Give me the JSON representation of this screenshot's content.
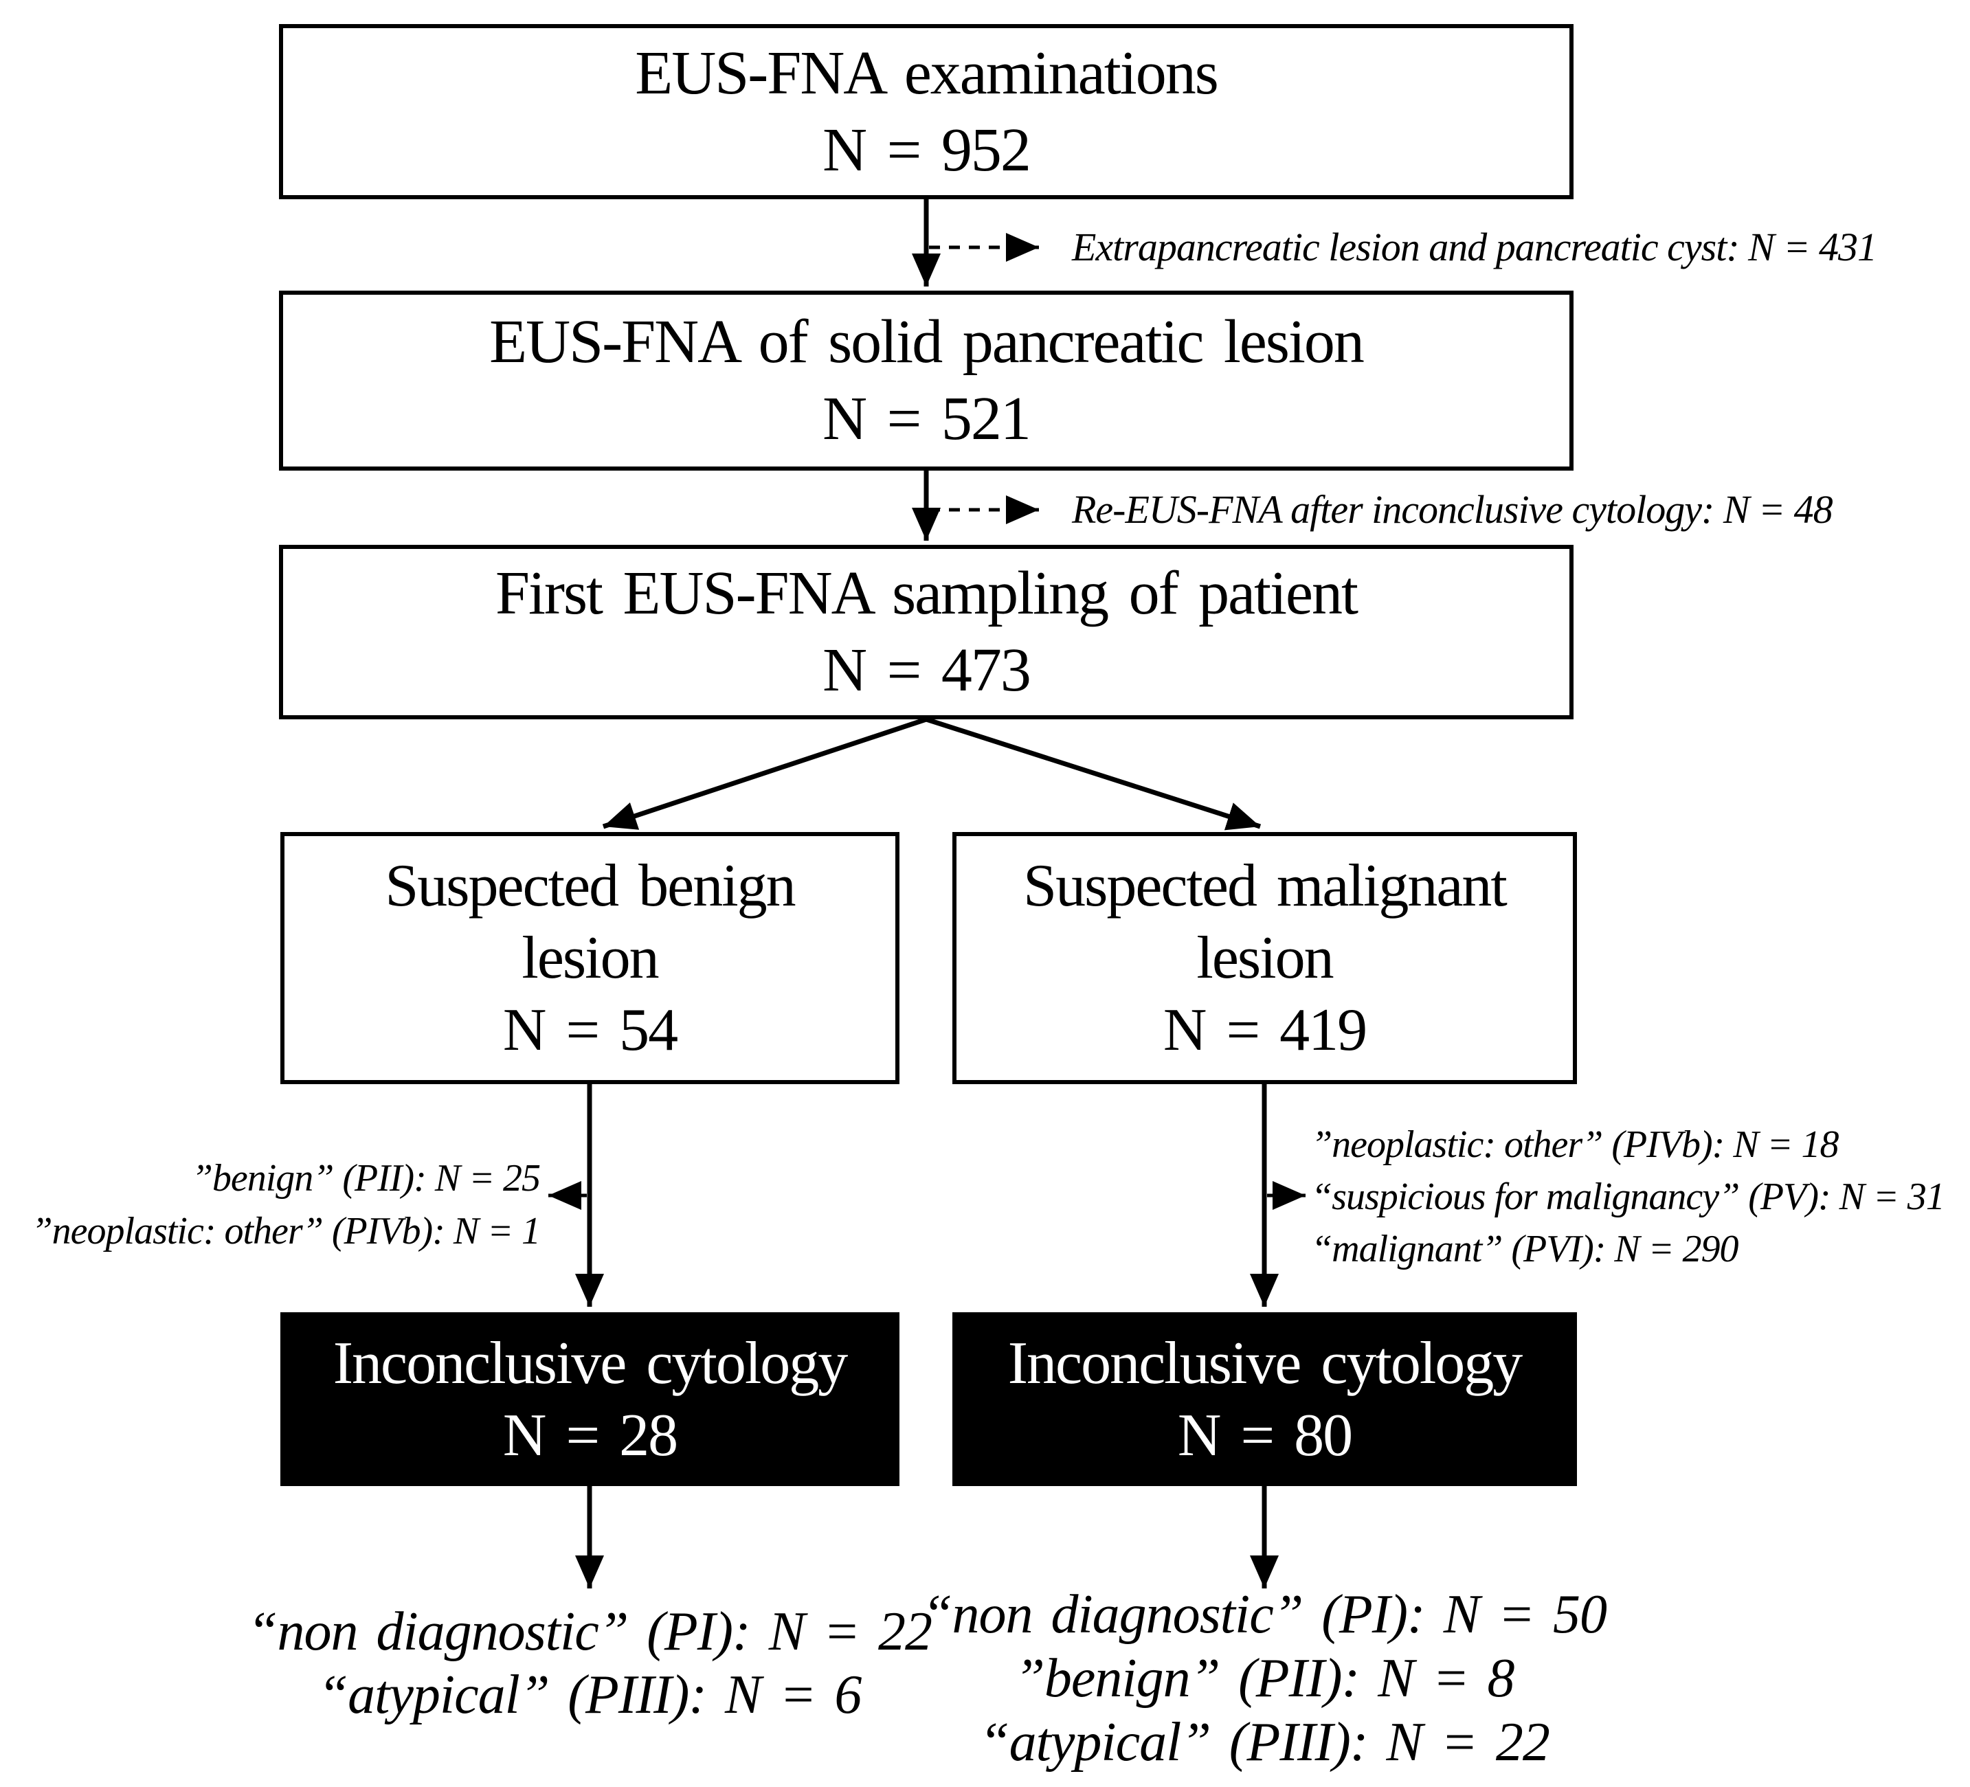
{
  "colors": {
    "background": "#ffffff",
    "text": "#000000",
    "box_border": "#000000",
    "highlight_box_bg": "#000000",
    "highlight_box_text": "#ffffff"
  },
  "flowchart": {
    "boxes": {
      "examinations": {
        "title": "EUS-FNA examinations",
        "n": "N = 952"
      },
      "solid_lesion": {
        "title": "EUS-FNA of solid pancreatic lesion",
        "n": "N = 521"
      },
      "first_sampling": {
        "title": "First EUS-FNA sampling of patient",
        "n": "N = 473"
      },
      "suspected_benign": {
        "title_line1": "Suspected benign",
        "title_line2": "lesion",
        "n": "N = 54"
      },
      "suspected_malignant": {
        "title_line1": "Suspected malignant",
        "title_line2": "lesion",
        "n": "N = 419"
      },
      "inconclusive_benign": {
        "title": "Inconclusive cytology",
        "n": "N = 28"
      },
      "inconclusive_malignant": {
        "title": "Inconclusive cytology",
        "n": "N = 80"
      }
    },
    "exclusion_notes": {
      "extrapancreatic": "Extrapancreatic lesion and pancreatic cyst: N = 431",
      "re_eus_fna": "Re-EUS-FNA after inconclusive cytology: N = 48"
    },
    "benign_branch_notes": [
      "”benign” (PII): N = 25",
      "”neoplastic: other” (PIVb): N = 1"
    ],
    "malignant_branch_notes": [
      "”neoplastic: other” (PIVb): N = 18",
      "“suspicious for malignancy” (PV): N = 31",
      "“malignant” (PVI): N = 290"
    ],
    "benign_outcome_notes": [
      "“non diagnostic” (PI): N = 22",
      "“atypical” (PIII): N = 6"
    ],
    "malignant_outcome_notes": [
      "“non diagnostic” (PI): N = 50",
      "”benign” (PII): N = 8",
      "“atypical” (PIII): N = 22"
    ]
  }
}
